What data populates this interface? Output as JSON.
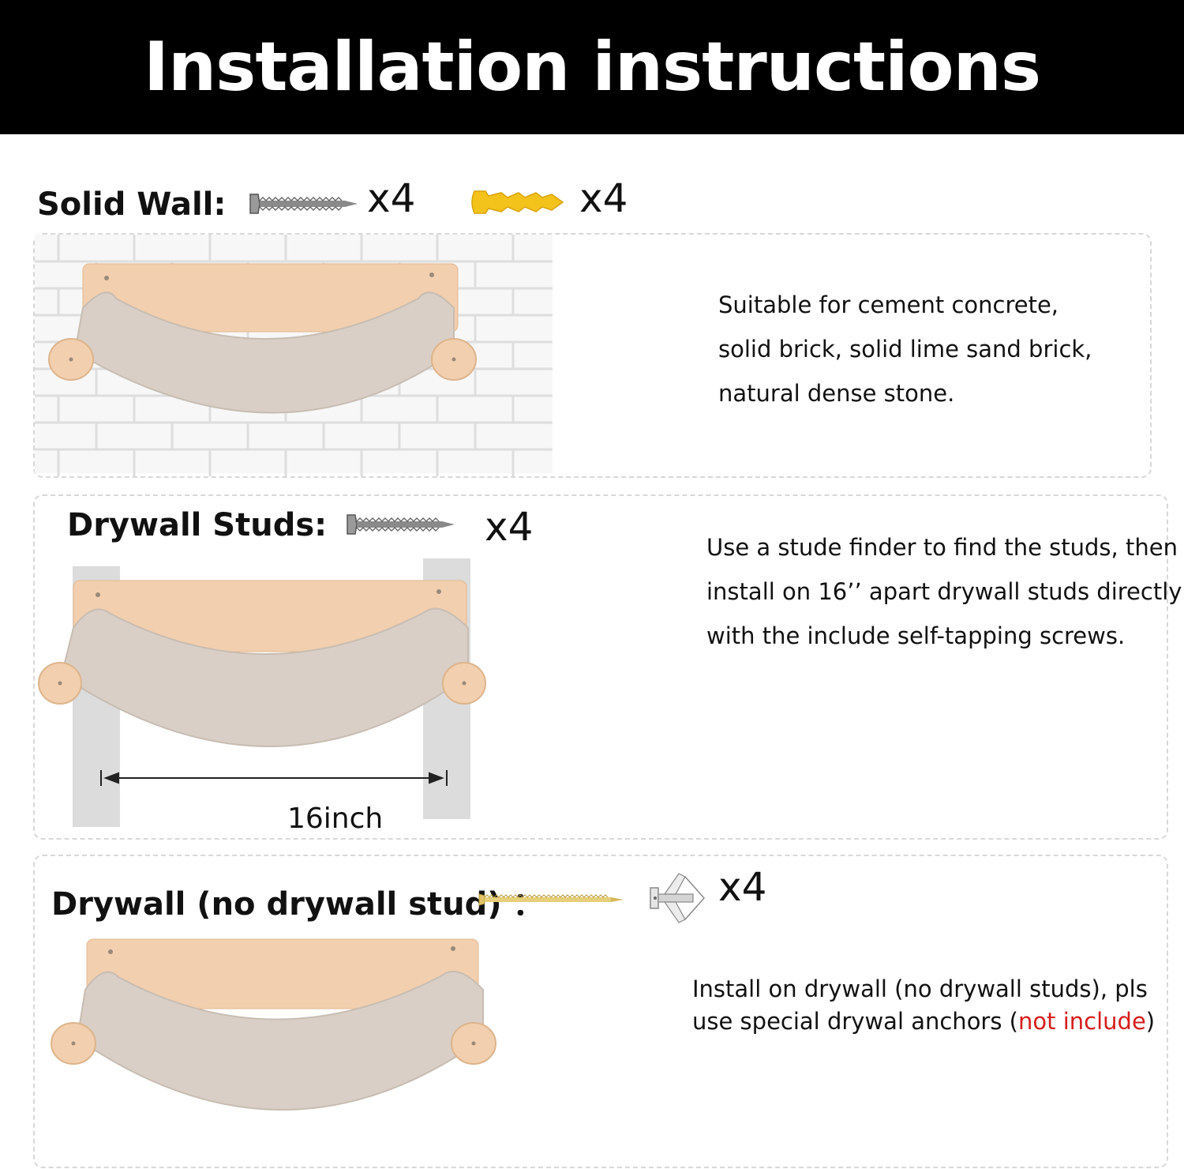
{
  "title": "Installation instructions",
  "colors": {
    "banner_bg": "#000000",
    "wood": "#f2cfae",
    "fabric": "#d8cdc3",
    "stud": "#dcdcdc",
    "yellow_anchor": "#f3c21b",
    "red_note": "#d71c1c"
  },
  "solid_wall": {
    "label": "Solid Wall:",
    "screw_qty": "x4",
    "anchor_qty": "x4",
    "description": [
      "Suitable for cement concrete,",
      "solid brick, solid lime sand brick,",
      "natural dense stone."
    ]
  },
  "drywall_studs": {
    "label": "Drywall Studs:",
    "screw_qty": "x4",
    "dimension": "16inch",
    "description": [
      "Use a stude finder to find the studs, then",
      " install on 16’’ apart drywall studs directly",
      " with the  include self-tapping screws."
    ]
  },
  "drywall_no_stud": {
    "label": "Drywall (no drywall stud) ：",
    "anchor_qty": "x4",
    "description_line1": "Install on drywall  (no drywall studs), pls",
    "description_line2_prefix": "use special drywal anchors (",
    "description_line2_red": "not include",
    "description_line2_suffix": ")"
  }
}
